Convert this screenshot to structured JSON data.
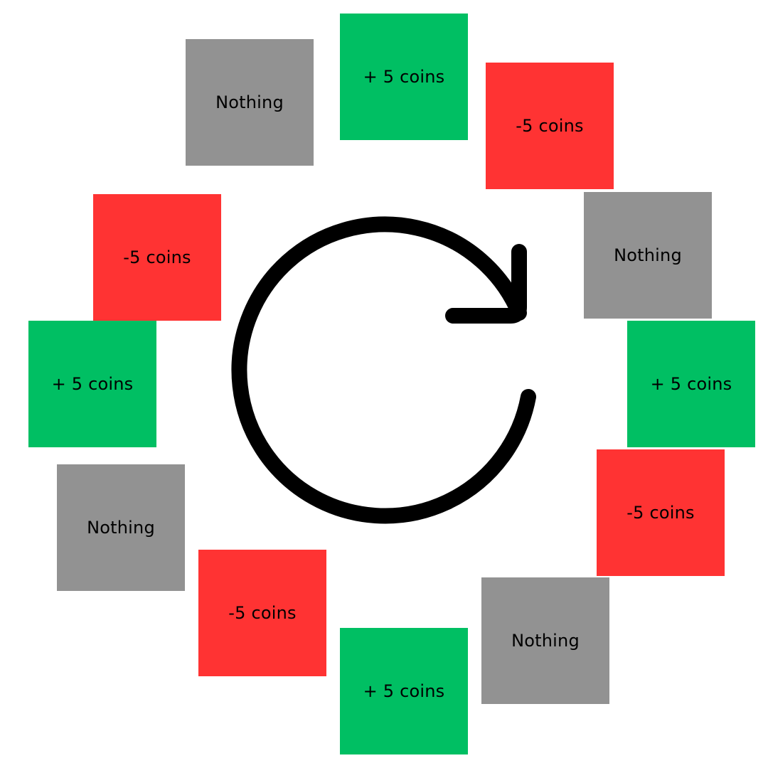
{
  "tiles": [
    {
      "id": "top-left",
      "label": "Nothing",
      "kind": "gray"
    },
    {
      "id": "top",
      "label": "+ 5 coins",
      "kind": "green"
    },
    {
      "id": "top-right",
      "label": "-5 coins",
      "kind": "red"
    },
    {
      "id": "right-upper",
      "label": "Nothing",
      "kind": "gray"
    },
    {
      "id": "right",
      "label": "+ 5 coins",
      "kind": "green"
    },
    {
      "id": "right-lower",
      "label": "-5 coins",
      "kind": "red"
    },
    {
      "id": "bottom-right",
      "label": "Nothing",
      "kind": "gray"
    },
    {
      "id": "bottom",
      "label": "+ 5 coins",
      "kind": "green"
    },
    {
      "id": "bottom-left",
      "label": "-5 coins",
      "kind": "red"
    },
    {
      "id": "left-lower",
      "label": "Nothing",
      "kind": "gray"
    },
    {
      "id": "left",
      "label": "+ 5 coins",
      "kind": "green"
    },
    {
      "id": "left-upper",
      "label": "-5 coins",
      "kind": "red"
    }
  ],
  "colors": {
    "gray": "#929292",
    "green": "#00bf63",
    "red": "#ff3333",
    "icon": "#000000"
  },
  "icon": "clockwise-refresh-icon"
}
